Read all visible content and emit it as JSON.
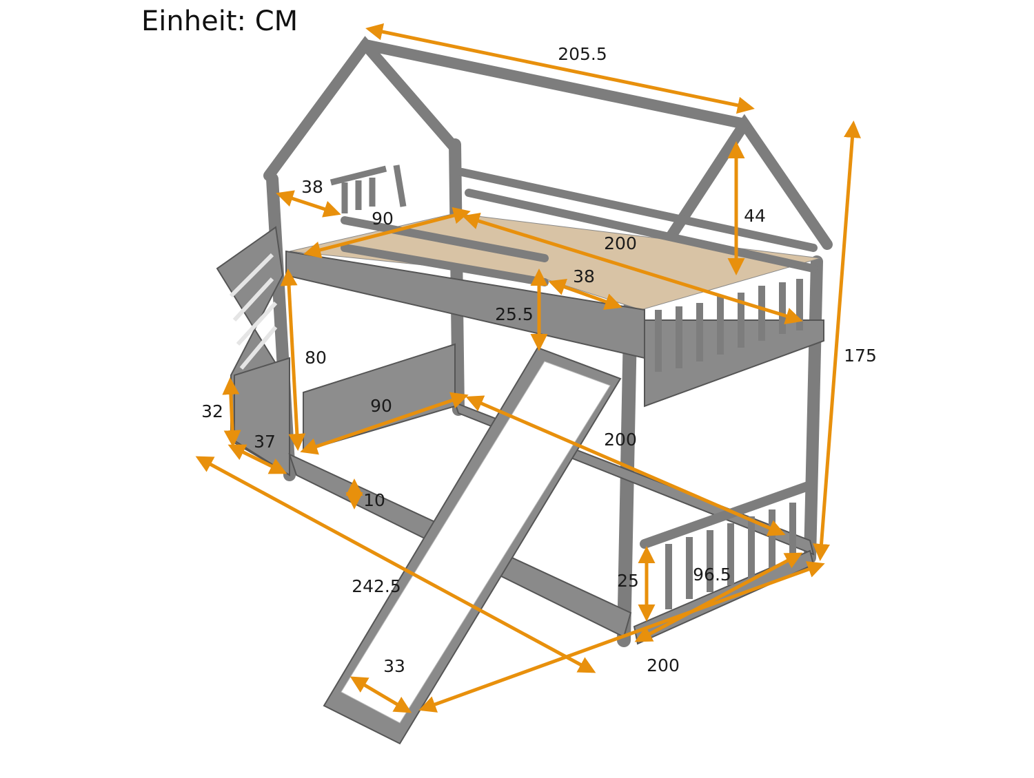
{
  "unit_label": "Einheit: CM",
  "colors": {
    "frame": "#8a8a8a",
    "slats": "#d8c3a5",
    "arrow": "#e8900c",
    "slide": "#ffffff"
  },
  "dimensions": {
    "roof_length": "205.5",
    "roof_height": "44",
    "total_height": "175",
    "ladder_depth": "38",
    "top_width": "90",
    "top_length": "200",
    "rail_gap": "38",
    "rail_height": "25.5",
    "stair_height": "80",
    "step_height": "32",
    "step_depth": "37",
    "bottom_width": "90",
    "bottom_length": "200",
    "floor_clearance": "10",
    "total_length": "242.5",
    "total_width": "200",
    "low_rail_height": "25",
    "low_rail_length": "96.5",
    "slide_width": "33"
  }
}
